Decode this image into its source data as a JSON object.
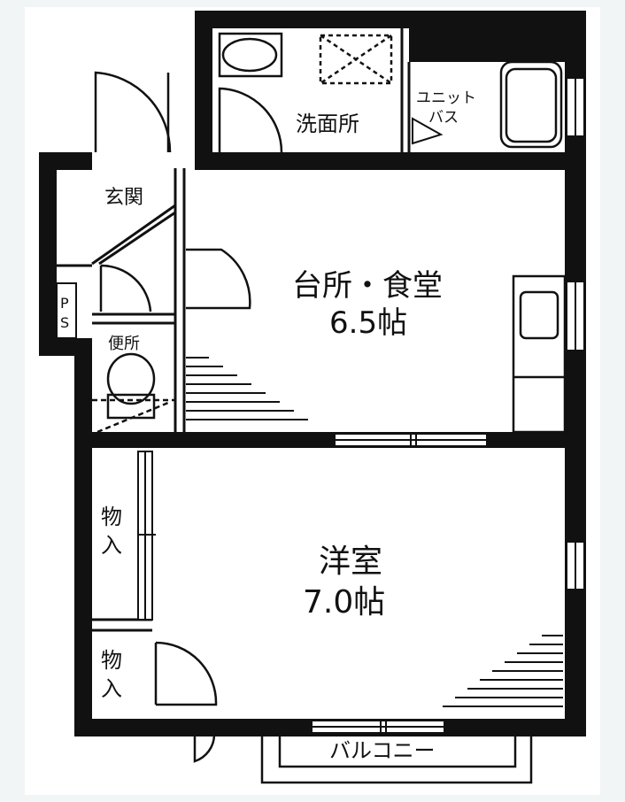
{
  "rooms": {
    "washroom": "洗面所",
    "unit_bath_line1": "ユニット",
    "unit_bath_line2": "バス",
    "entrance": "玄関",
    "ps": "PS",
    "toilet": "便所",
    "kitchen_name": "台所・食堂",
    "kitchen_size": "6.5帖",
    "storage_upper_line1": "物",
    "storage_upper_line2": "入",
    "storage_lower_line1": "物",
    "storage_lower_line2": "入",
    "western_name": "洋室",
    "western_size": "7.0帖",
    "balcony": "バルコニー"
  }
}
